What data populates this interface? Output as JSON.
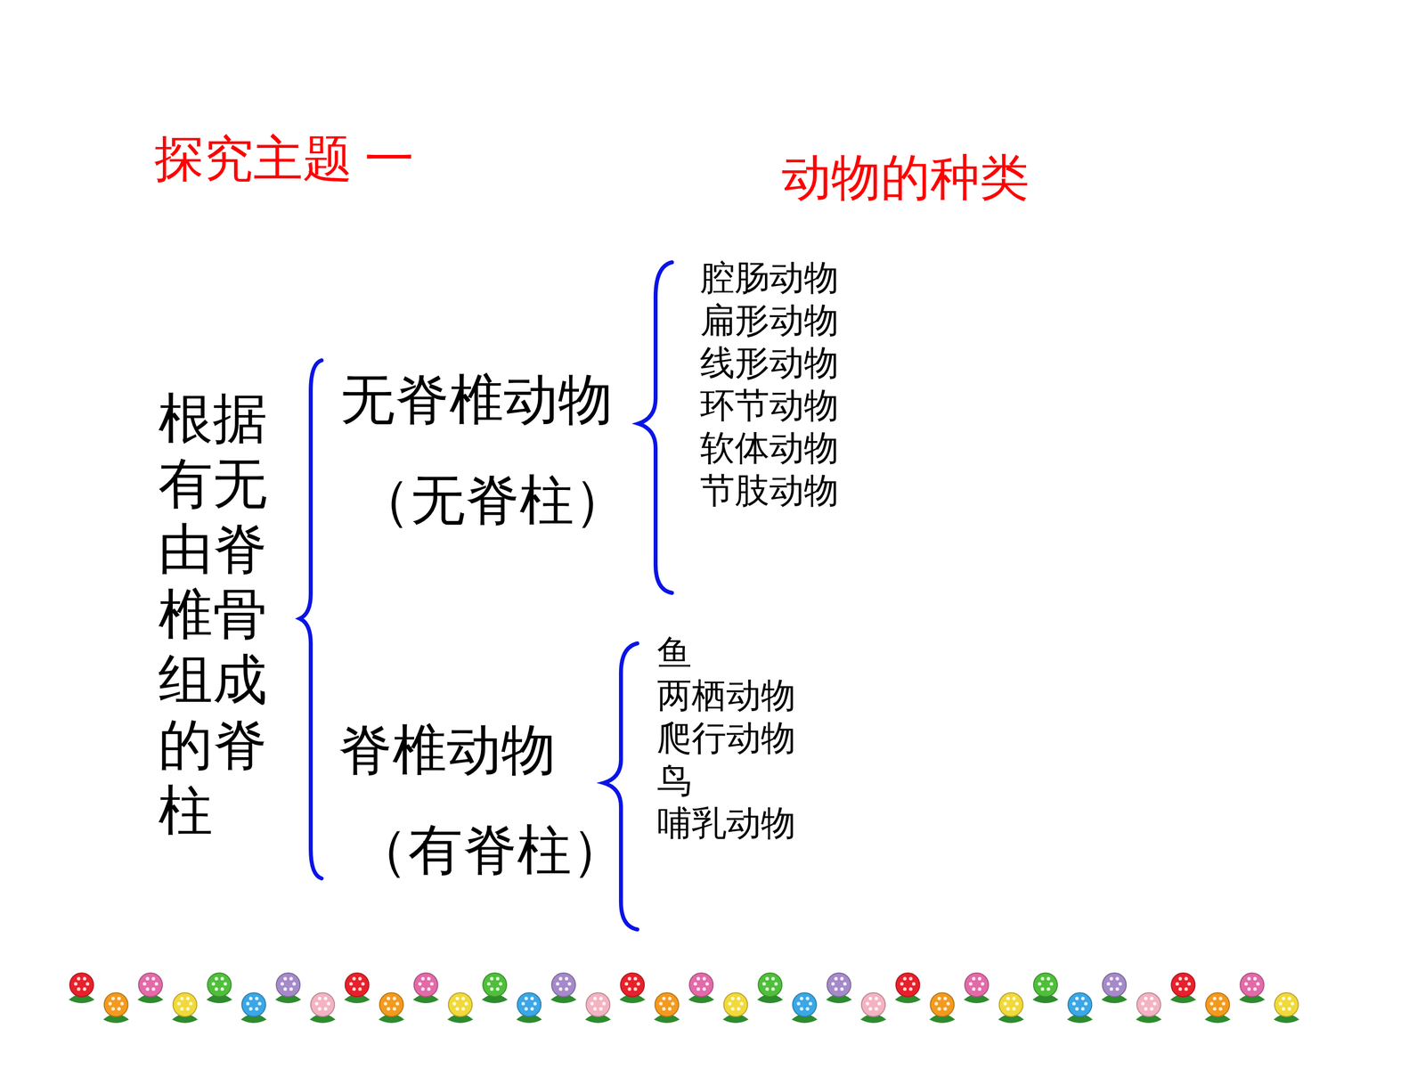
{
  "diagram": {
    "title": "动物的种类",
    "labels": [
      "探究主题 一",
      "根据有无由脊椎骨组成的脊柱",
      "无脊椎动物",
      "（无脊柱）",
      "腔肠动物",
      "扁形动物",
      "线形动物",
      "环节动物",
      "软体动物",
      "节肢动物",
      "脊椎动物",
      "（有脊柱）",
      "鱼",
      "两栖动物",
      "爬行动物",
      "鸟",
      "哺乳动物"
    ]
  }
}
